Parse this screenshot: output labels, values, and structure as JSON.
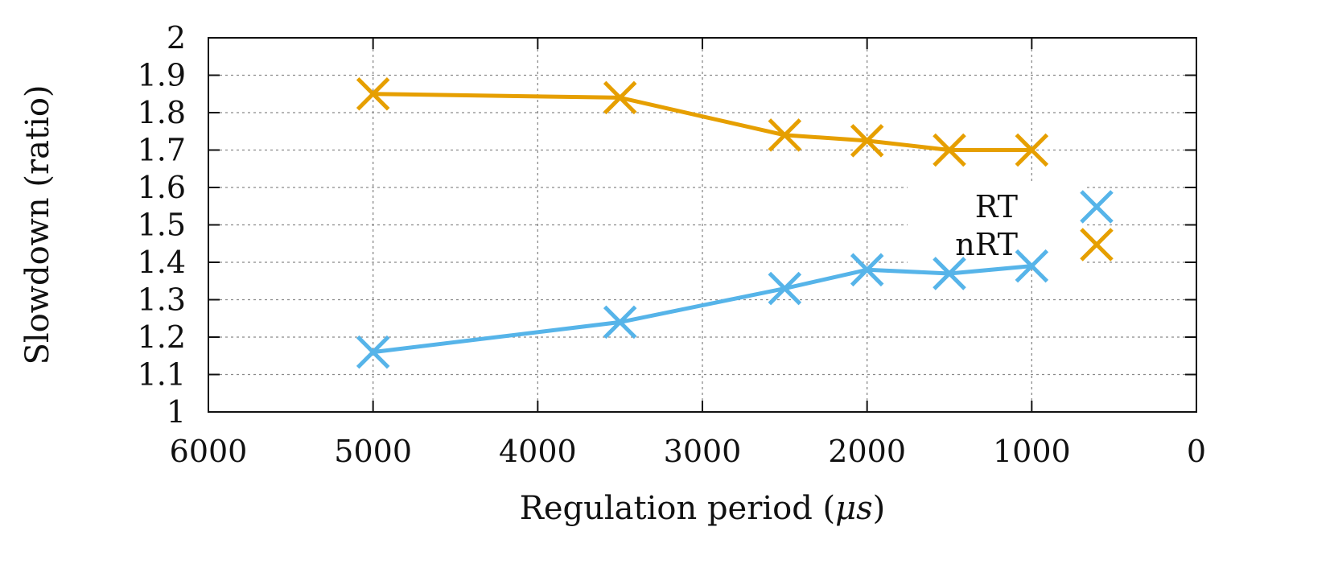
{
  "chart_data": {
    "type": "line",
    "title": "",
    "xlabel": "Regulation period (μs)",
    "xlabel_parts": {
      "text": "Regulation period (",
      "math": "μs",
      "close": ")"
    },
    "ylabel": "Slowdown (ratio)",
    "xlim": [
      6000,
      0
    ],
    "x_reversed": true,
    "ylim": [
      1,
      2
    ],
    "xticks": [
      6000,
      5000,
      4000,
      3000,
      2000,
      1000,
      0
    ],
    "xtick_labels": [
      "6000",
      "5000",
      "4000",
      "3000",
      "2000",
      "1000",
      "0"
    ],
    "yticks": [
      1,
      1.1,
      1.2,
      1.3,
      1.4,
      1.5,
      1.6,
      1.7,
      1.8,
      1.9,
      2
    ],
    "ytick_labels": [
      "1",
      "1.1",
      "1.2",
      "1.3",
      "1.4",
      "1.5",
      "1.6",
      "1.7",
      "1.8",
      "1.9",
      "2"
    ],
    "grid": true,
    "legend_position": "center-right",
    "x": [
      5000,
      3500,
      2500,
      2000,
      1500,
      1000
    ],
    "series": [
      {
        "name": "RT",
        "color": "#56b4e9",
        "marker": "x",
        "values": [
          1.16,
          1.24,
          1.33,
          1.38,
          1.37,
          1.39
        ]
      },
      {
        "name": "nRT",
        "color": "#e69f00",
        "marker": "x",
        "values": [
          1.85,
          1.84,
          1.74,
          1.725,
          1.7,
          1.7
        ]
      }
    ]
  }
}
